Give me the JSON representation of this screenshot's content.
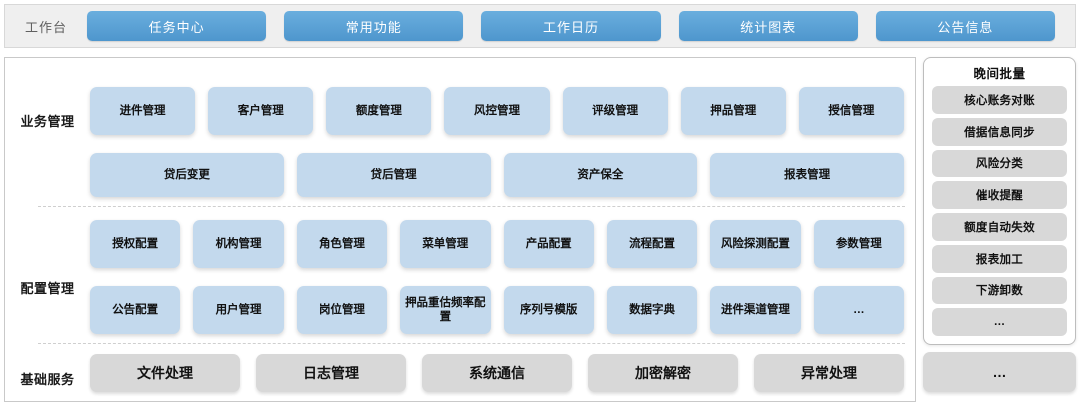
{
  "topbar": {
    "workbench_label": "工作台",
    "tabs": [
      {
        "label": "任务中心"
      },
      {
        "label": "常用功能"
      },
      {
        "label": "工作日历"
      },
      {
        "label": "统计图表"
      },
      {
        "label": "公告信息"
      }
    ],
    "accent_color": "#4e96cd",
    "background_color": "#efefef"
  },
  "groups": [
    {
      "label": "业务管理",
      "rows": [
        {
          "tiles": [
            {
              "label": "进件管理"
            },
            {
              "label": "客户管理"
            },
            {
              "label": "额度管理"
            },
            {
              "label": "风控管理"
            },
            {
              "label": "评级管理"
            },
            {
              "label": "押品管理"
            },
            {
              "label": "授信管理"
            }
          ]
        },
        {
          "tiles": [
            {
              "label": "贷后变更"
            },
            {
              "label": "贷后管理"
            },
            {
              "label": "资产保全"
            },
            {
              "label": "报表管理"
            }
          ]
        }
      ]
    },
    {
      "label": "配置管理",
      "rows": [
        {
          "tiles": [
            {
              "label": "授权配置"
            },
            {
              "label": "机构管理"
            },
            {
              "label": "角色管理"
            },
            {
              "label": "菜单管理"
            },
            {
              "label": "产品配置"
            },
            {
              "label": "流程配置"
            },
            {
              "label": "风险探测配置"
            },
            {
              "label": "参数管理"
            }
          ]
        },
        {
          "tiles": [
            {
              "label": "公告配置"
            },
            {
              "label": "用户管理"
            },
            {
              "label": "岗位管理"
            },
            {
              "label": "押品重估频率配置"
            },
            {
              "label": "序列号模版"
            },
            {
              "label": "数据字典"
            },
            {
              "label": "进件渠道管理"
            },
            {
              "label": "…"
            }
          ]
        }
      ]
    },
    {
      "label": "基础服务",
      "rows": [
        {
          "tiles": [
            {
              "label": "文件处理"
            },
            {
              "label": "日志管理"
            },
            {
              "label": "系统通信"
            },
            {
              "label": "加密解密"
            },
            {
              "label": "异常处理"
            }
          ]
        }
      ]
    }
  ],
  "right_panel": {
    "batch_title": "晚间批量",
    "batch_items": [
      {
        "label": "核心账务对账"
      },
      {
        "label": "借据信息同步"
      },
      {
        "label": "风险分类"
      },
      {
        "label": "催收提醒"
      },
      {
        "label": "额度自动失效"
      },
      {
        "label": "报表加工"
      },
      {
        "label": "下游卸数"
      },
      {
        "label": "…"
      }
    ],
    "more_label": "…"
  },
  "colors": {
    "tile_blue": "#c3d9ed",
    "tile_grey": "#d8d8d8",
    "panel_border": "#c9c9c9"
  }
}
